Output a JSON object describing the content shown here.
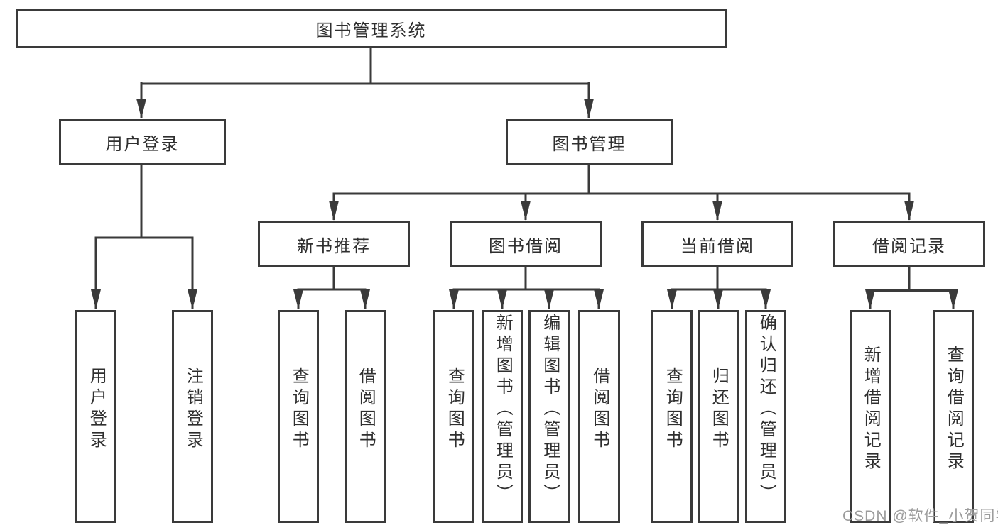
{
  "page": {
    "background": "#ffffff"
  },
  "colors": {
    "line": "#3a3a3a",
    "box_border": "#3a3a3a",
    "text": "#2f2f2f",
    "watermark": "#9c9c9c"
  },
  "watermark": {
    "text": "CSDN @软件_小贺同学"
  },
  "diagram": {
    "type": "tree",
    "root": {
      "label": "图书管理系统"
    },
    "level2": [
      {
        "id": "user-login",
        "label": "用户登录"
      },
      {
        "id": "book-management",
        "label": "图书管理"
      }
    ],
    "level3": [
      {
        "id": "new-book-recommend",
        "label": "新书推荐",
        "parent": "图书管理"
      },
      {
        "id": "book-borrow",
        "label": "图书借阅",
        "parent": "图书管理"
      },
      {
        "id": "current-borrow",
        "label": "当前借阅",
        "parent": "图书管理"
      },
      {
        "id": "borrow-records",
        "label": "借阅记录",
        "parent": "图书管理"
      }
    ],
    "leaves": [
      {
        "id": "leaf-user-login",
        "label": "用户登录",
        "parent": "用户登录"
      },
      {
        "id": "leaf-logout",
        "label": "注销登录",
        "parent": "用户登录"
      },
      {
        "id": "leaf-nbr-query",
        "label": "查询图书",
        "parent": "新书推荐"
      },
      {
        "id": "leaf-nbr-borrow",
        "label": "借阅图书",
        "parent": "新书推荐"
      },
      {
        "id": "leaf-bb-query",
        "label": "查询图书",
        "parent": "图书借阅"
      },
      {
        "id": "leaf-bb-add",
        "label": "新增图书（管理员）",
        "parent": "图书借阅"
      },
      {
        "id": "leaf-bb-edit",
        "label": "编辑图书（管理员）",
        "parent": "图书借阅"
      },
      {
        "id": "leaf-bb-borrow",
        "label": "借阅图书",
        "parent": "图书借阅"
      },
      {
        "id": "leaf-cb-query",
        "label": "查询图书",
        "parent": "当前借阅"
      },
      {
        "id": "leaf-cb-return",
        "label": "归还图书",
        "parent": "当前借阅"
      },
      {
        "id": "leaf-cb-confirm",
        "label": "确认归还（管理员）",
        "parent": "当前借阅"
      },
      {
        "id": "leaf-br-add",
        "label": "新增借阅记录",
        "parent": "借阅记录"
      },
      {
        "id": "leaf-br-query",
        "label": "查询借阅记录",
        "parent": "借阅记录"
      }
    ]
  }
}
